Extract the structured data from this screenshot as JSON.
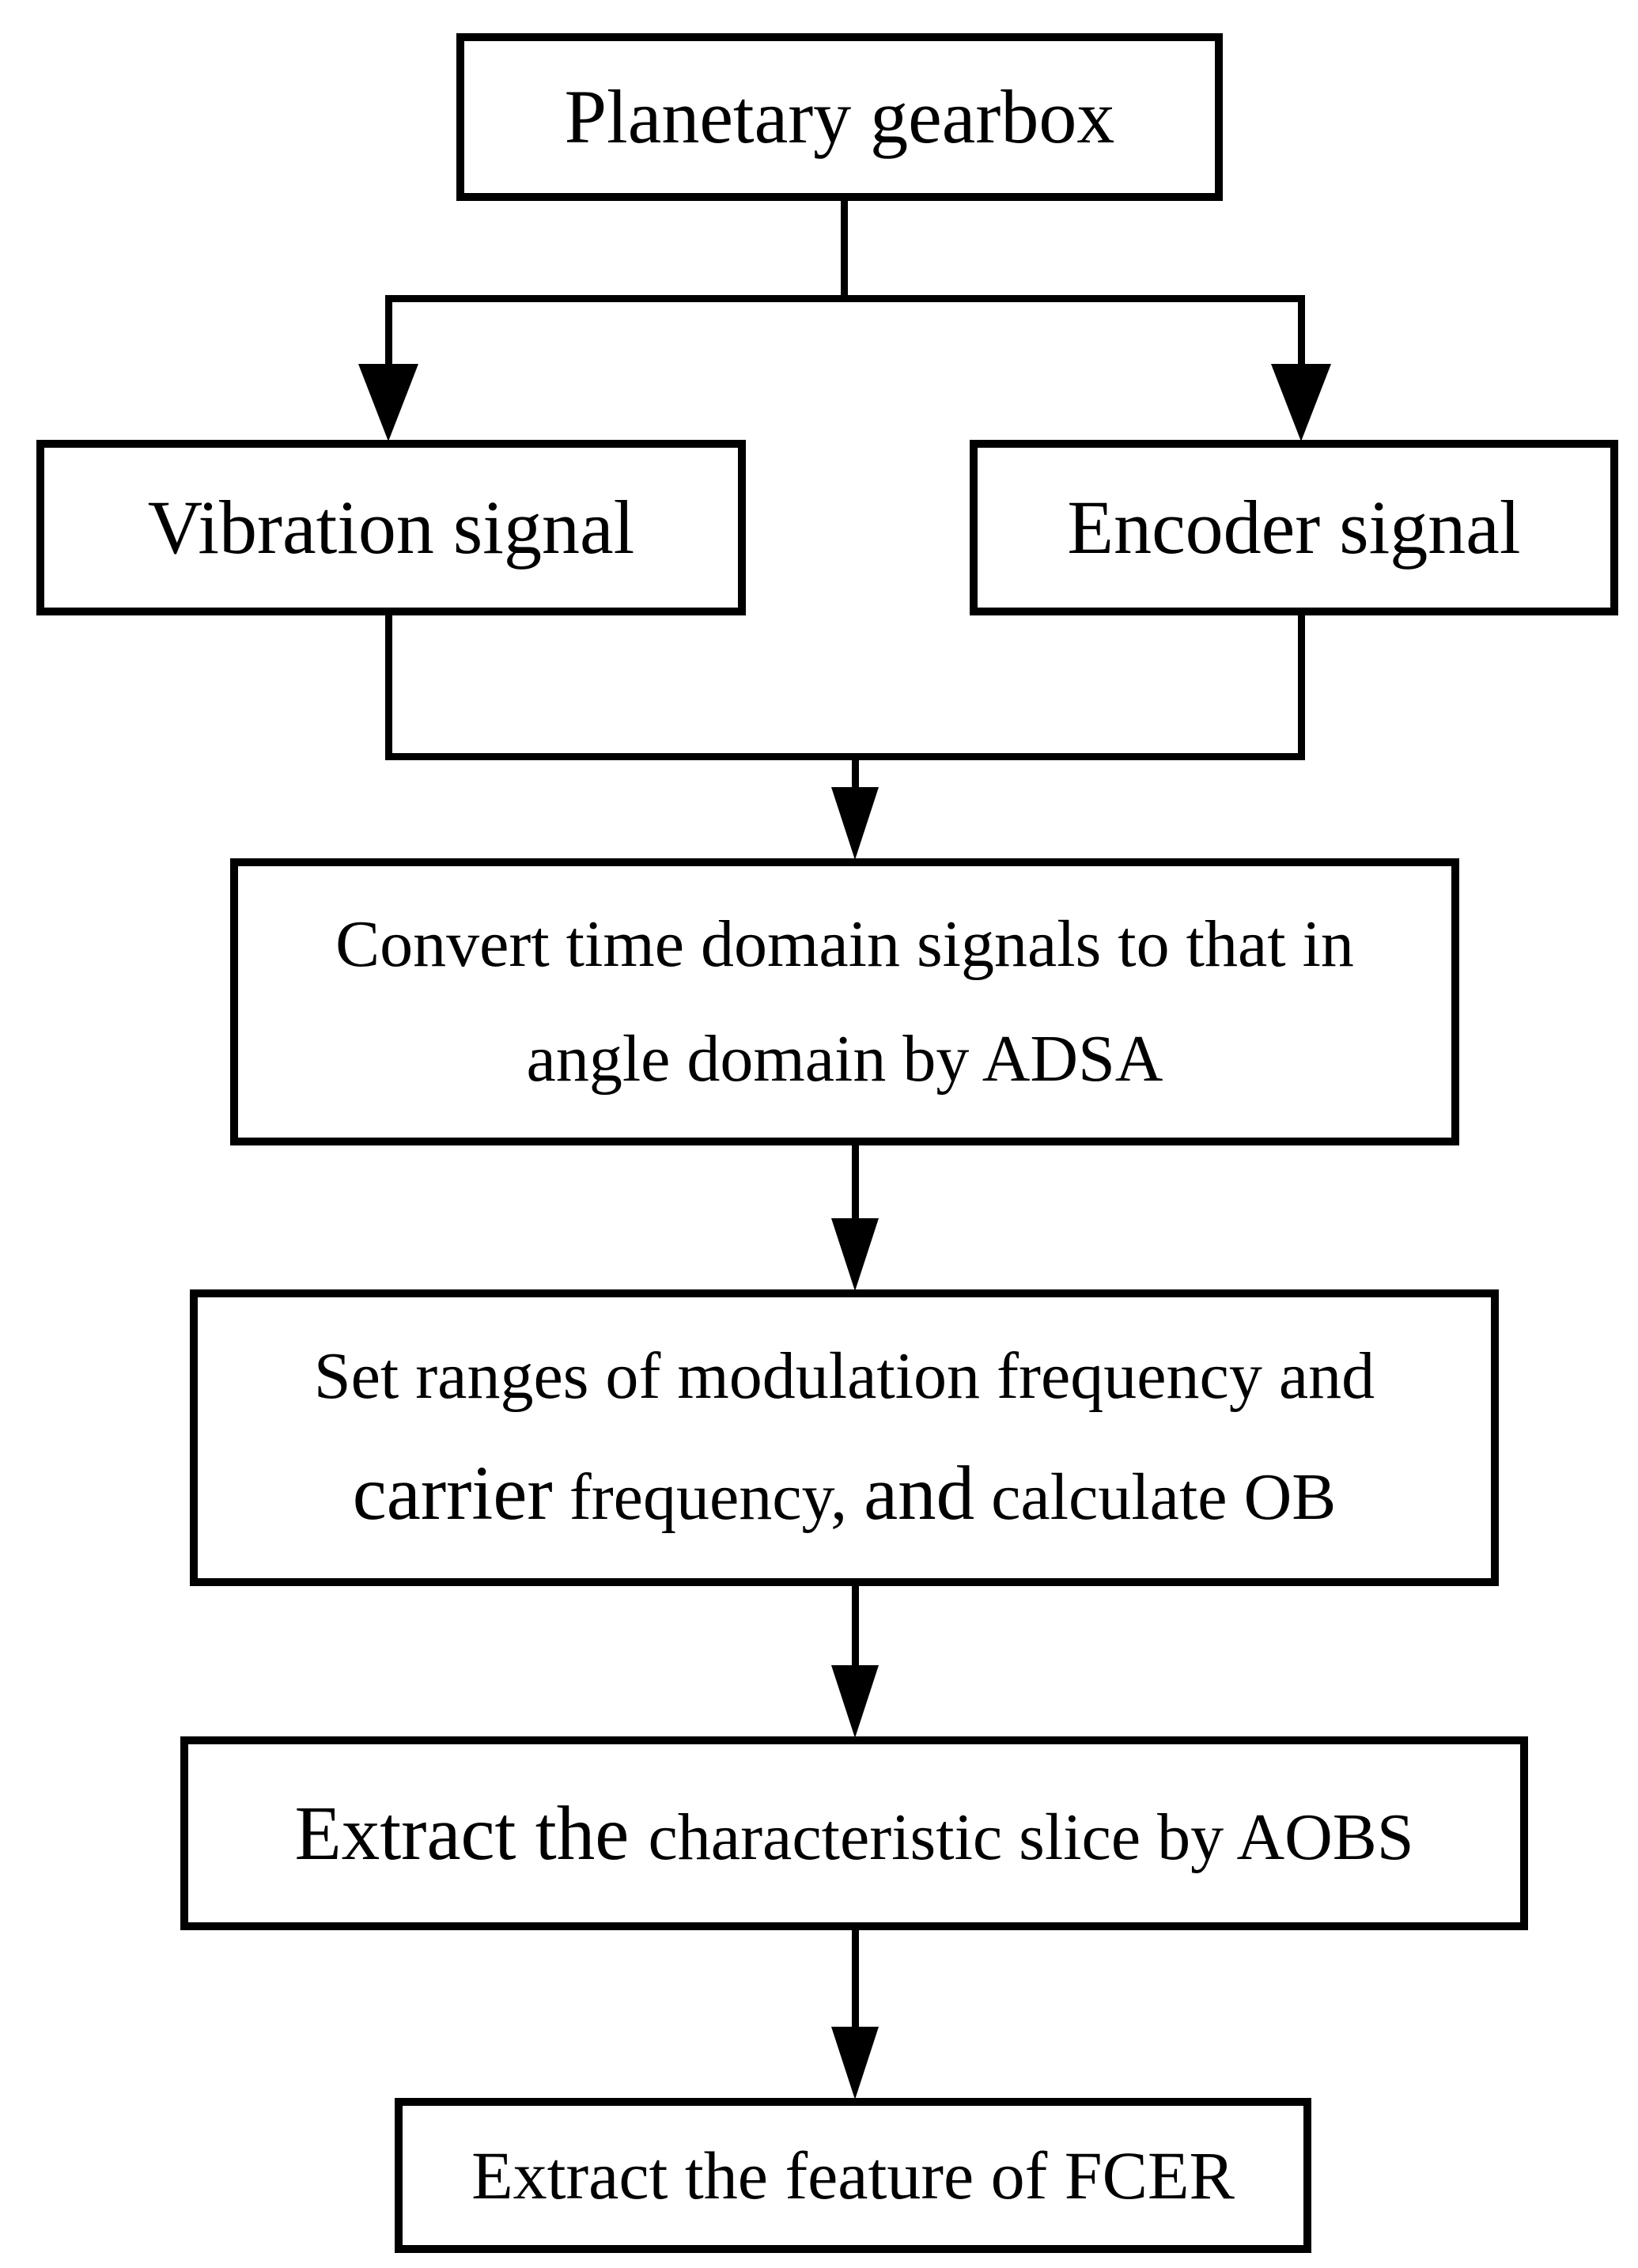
{
  "figure": {
    "type": "flowchart",
    "colors": {
      "line": "#000000",
      "background": "#ffffff",
      "box_fill": "#ffffff"
    },
    "nodes": {
      "planetary": {
        "label": "Planetary gearbox"
      },
      "vibration": {
        "label": "Vibration signal"
      },
      "encoder": {
        "label": "Encoder signal"
      },
      "convert": {
        "line1": "Convert time domain signals to that in",
        "line2": "angle domain by ADSA"
      },
      "set_ranges": {
        "line1": "Set ranges of modulation frequency and",
        "line2_carrier": "carrier",
        "line2_freq": " frequency, ",
        "line2_and": "and",
        "line2_calc": " calculate OB"
      },
      "extract_slice": {
        "lead": "Extract the ",
        "rest": "characteristic slice by AOBS"
      },
      "extract_feature": {
        "label": "Extract the feature of FCER"
      }
    },
    "edges": [
      "planetary -> vibration",
      "planetary -> encoder",
      "vibration + encoder -> convert",
      "convert -> set_ranges",
      "set_ranges -> extract_slice",
      "extract_slice -> extract_feature"
    ]
  }
}
